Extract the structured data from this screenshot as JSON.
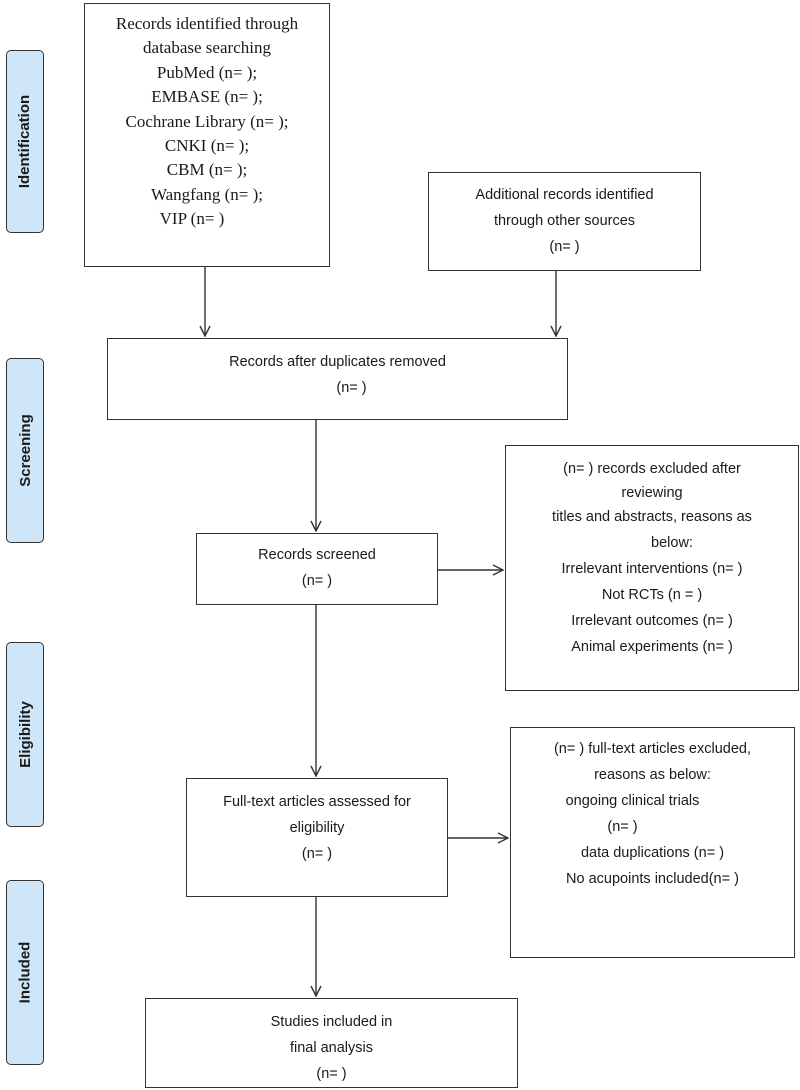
{
  "stages": [
    "Identification",
    "Screening",
    "Eligibility",
    "Included"
  ],
  "boxes": {
    "database_search": [
      "Records identified through",
      "database searching",
      "PubMed (n= );",
      "EMBASE (n= );",
      "Cochrane Library (n= );",
      "CNKI (n= );",
      "CBM (n= );",
      "Wangfang (n= );",
      "VIP (n= )"
    ],
    "other_sources": [
      "Additional records identified",
      "through other sources",
      "(n= )"
    ],
    "duplicates_removed": [
      "Records after duplicates removed",
      "(n= )"
    ],
    "screened": [
      "Records screened",
      "(n= )"
    ],
    "excluded_titles": [
      "(n= ) records excluded after",
      "reviewing",
      "titles and abstracts, reasons as",
      "below:",
      "Irrelevant interventions (n= )",
      "Not RCTs (n = )",
      "Irrelevant outcomes (n= )",
      "Animal experiments (n= )"
    ],
    "full_text": [
      "Full-text articles assessed for",
      "eligibility",
      "(n= )"
    ],
    "excluded_full_text": [
      "(n= ) full-text articles excluded,",
      "reasons as below:",
      "ongoing clinical trials",
      "(n= )",
      "data duplications (n= )",
      "No acupoints included(n= )"
    ],
    "included": [
      "Studies included in",
      "final analysis",
      "(n= )"
    ]
  },
  "colors": {
    "stage_fill": "#cfe6f8",
    "border": "#333333"
  }
}
